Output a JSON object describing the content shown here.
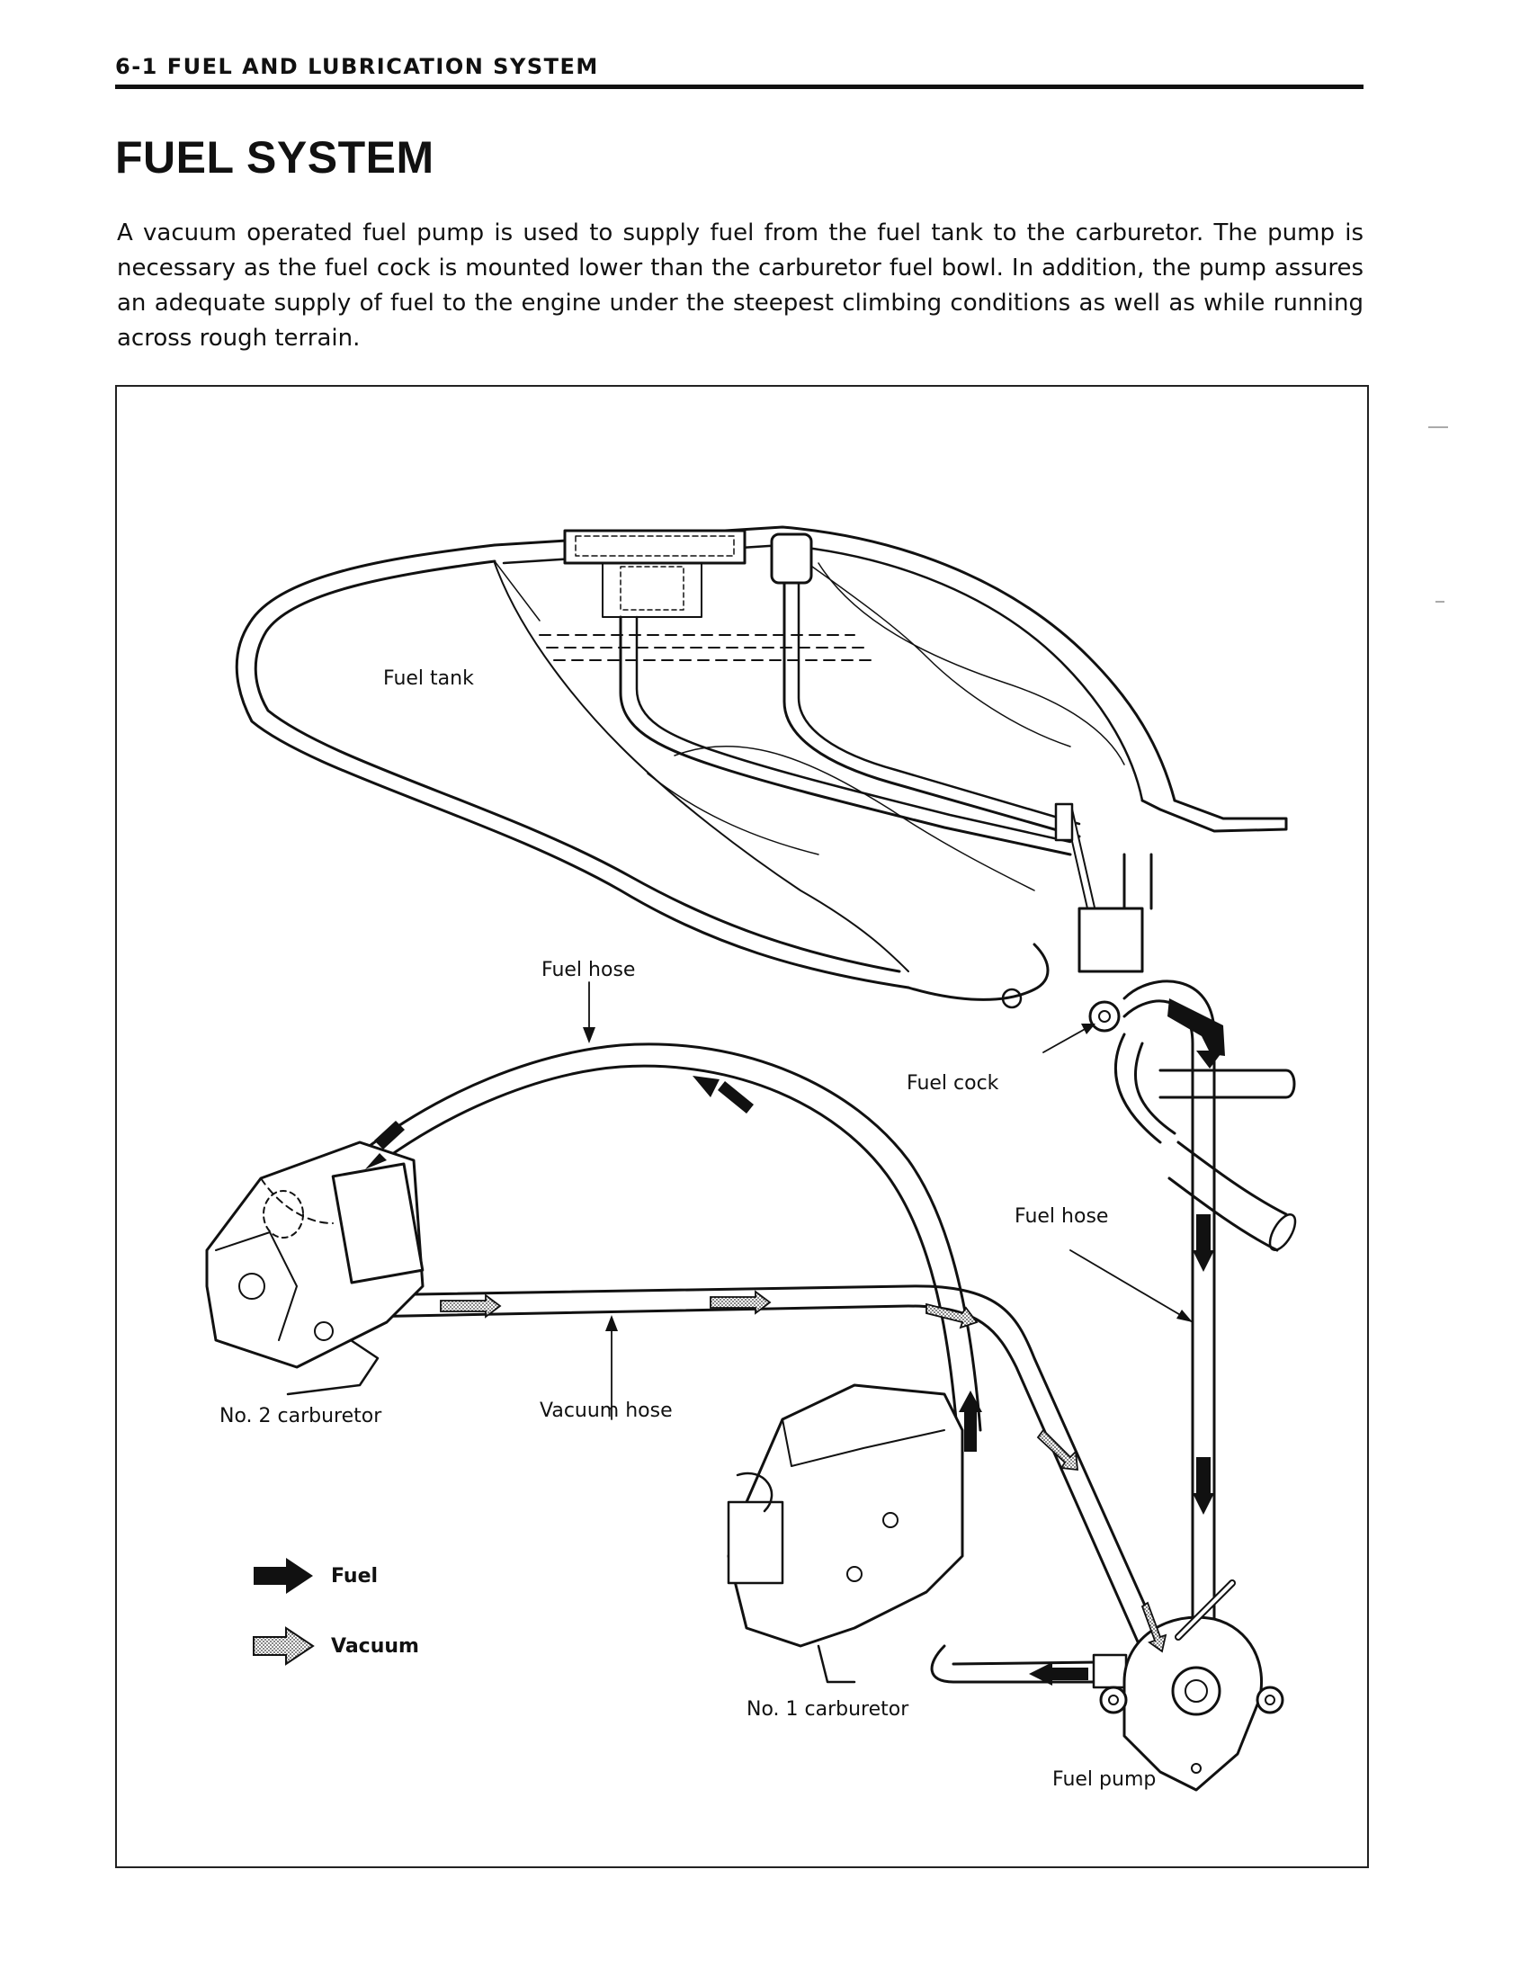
{
  "header": {
    "section": "6-1 FUEL AND LUBRICATION SYSTEM"
  },
  "title": "FUEL SYSTEM",
  "intro": "A vacuum operated fuel pump is used to supply fuel from the fuel tank to the carburetor. The pump is necessary as the fuel cock is mounted lower than the carburetor fuel bowl. In addition, the pump assures an adequate supply of fuel to the engine under the steepest climbing conditions as well as while running across rough terrain.",
  "diagram": {
    "labels": {
      "fuel_tank": "Fuel tank",
      "fuel_hose_top": "Fuel hose",
      "fuel_cock": "Fuel cock",
      "fuel_hose_right": "Fuel hose",
      "carburetor_2": "No. 2 carburetor",
      "vacuum_hose": "Vacuum hose",
      "carburetor_1": "No. 1 carburetor",
      "fuel_pump": "Fuel pump"
    },
    "legend": {
      "fuel": "Fuel",
      "vacuum": "Vacuum"
    }
  }
}
